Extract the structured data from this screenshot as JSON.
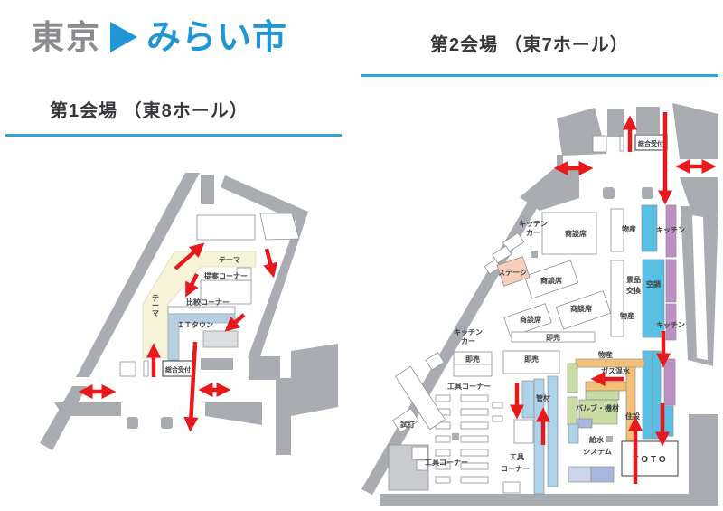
{
  "logo": {
    "tokyo": "東京",
    "mirai": "みらい市",
    "triangle_icon": "play-triangle",
    "gray": "#8a8d90",
    "blue": "#2196d6"
  },
  "venue1": {
    "title": "第1会場 （東8ホール）",
    "labels": {
      "theme": "テーマ",
      "theme_vertical": "テーマ",
      "teian": "提案コーナー",
      "hikaku": "比較コーナー",
      "it_town": "ＩＴタウン",
      "reception": "総合受付"
    }
  },
  "venue2": {
    "title": "第2会場 （東7ホール）",
    "labels": {
      "reception": "総合受付",
      "kitchen_car_l1": "キッチン",
      "kitchen_car_l2": "カー",
      "shodanseki": "商談席",
      "stage": "ステージ",
      "bussan": "物産",
      "kitchen": "キッチン",
      "keihin_l1": "景品",
      "keihin_l2": "交換",
      "kucho": "空調",
      "sokubai": "即売",
      "kogu_corner": "工具コーナー",
      "kogu_l1": "工具",
      "kogu_l2": "コーナー",
      "shida": "試打",
      "kanzai": "管材",
      "gas_onsui": "ガス温水",
      "valve_kizai": "バルブ・機材",
      "jusetsu": "住設",
      "kyusui": "給水",
      "system": "システム",
      "toto": "TOTO"
    }
  },
  "colors": {
    "accent_line": "#2ba7dd",
    "wall_gray": "#a9adb1",
    "cream_zone": "#f6f3d8",
    "it_town_blue": "#b9cfe2",
    "light_blue": "#aed2ea",
    "strong_blue": "#59bfe3",
    "purple": "#bd8fc2",
    "orange": "#f3c077",
    "green": "#c8dba2",
    "periwinkle": "#a9b7dc",
    "pink": "#f7cdbb",
    "arrow_red": "#e8191c"
  }
}
